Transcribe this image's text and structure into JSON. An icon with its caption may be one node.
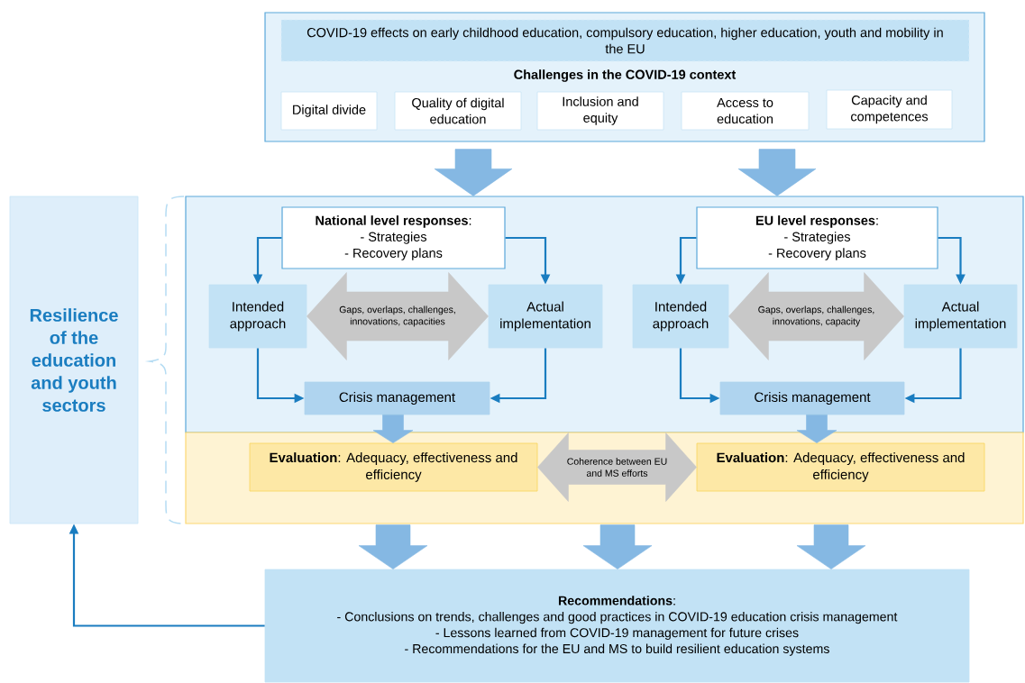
{
  "diagram": {
    "nodes": [
      {
        "text": [
          "Challenges in the COVID-19 context"
        ]
      },
      {
        "text": [
          "COVID-19 effects on early childhood education, compulsory education, higher education, youth and mobility in the EU"
        ],
        "in": 0
      },
      {
        "text": [
          "Digital divide"
        ],
        "in": 0
      },
      {
        "text": [
          "Quality of digital education"
        ],
        "in": 0
      },
      {
        "text": [
          "Inclusion and equity"
        ],
        "in": 0
      },
      {
        "text": [
          "Access to education"
        ],
        "in": 0
      },
      {
        "text": [
          "Capacity and competences"
        ],
        "in": 0
      },
      {
        "text": [
          "Resilience of the education and youth sectors"
        ]
      },
      {
        "text": [],
        "shape": "box"
      },
      {
        "text": [
          "**National level responses**:",
          "- Strategies",
          "- Recovery plans"
        ],
        "in": 8
      },
      {
        "text": [
          "Intended approach"
        ],
        "in": 8
      },
      {
        "text": [
          "Actual implementation"
        ],
        "in": 8
      },
      {
        "text": [
          "Crisis management"
        ],
        "in": 8
      },
      {
        "text": [
          "**EU level responses**:",
          "- Strategies",
          "- Recovery plans"
        ],
        "in": 8
      },
      {
        "text": [
          "Intended approach"
        ],
        "in": 8
      },
      {
        "text": [
          "Actual implementation"
        ],
        "in": 8
      },
      {
        "text": [
          "Crisis management"
        ],
        "in": 8
      },
      {
        "text": [],
        "shape": "box"
      },
      {
        "text": [
          "**Evaluation**: Adequacy, effectiveness and efficiency"
        ],
        "in": 17
      },
      {
        "text": [
          "**Evaluation**: Adequacy, effectiveness and efficiency"
        ],
        "in": 17
      },
      {
        "text": [
          "**Recommendations**:",
          "- Conclusions on trends, challenges and good practices in COVID-19 education crisis management",
          "- Lessons learned from COVID-19 management for future crises",
          "- Recommendations for the EU and MS to build resilient education systems"
        ]
      }
    ],
    "edges": [
      {
        "from": 0,
        "to": 8,
        "arrow": "to",
        "style": "thick",
        "color": "#85b8e3"
      },
      {
        "from": 0,
        "to": 8,
        "arrow": "to",
        "style": "thick",
        "color": "#85b8e3"
      },
      {
        "from": 9,
        "to": 10,
        "arrow": "to"
      },
      {
        "from": 9,
        "to": 11,
        "arrow": "to"
      },
      {
        "from": 10,
        "to": 12,
        "arrow": "to"
      },
      {
        "from": 11,
        "to": 12,
        "arrow": "to"
      },
      {
        "from": 10,
        "to": 11,
        "arrow": "both",
        "style": "thick",
        "color": "#c8c8c8",
        "label": "Gaps, overlaps, challenges, innovations, capacities"
      },
      {
        "from": 13,
        "to": 14,
        "arrow": "to"
      },
      {
        "from": 13,
        "to": 15,
        "arrow": "to"
      },
      {
        "from": 14,
        "to": 16,
        "arrow": "to"
      },
      {
        "from": 15,
        "to": 16,
        "arrow": "to"
      },
      {
        "from": 14,
        "to": 15,
        "arrow": "both",
        "style": "thick",
        "color": "#c8c8c8",
        "label": "Gaps, overlaps, challenges, innovations, capacity"
      },
      {
        "from": 12,
        "to": 18,
        "arrow": "to",
        "style": "thick",
        "color": "#85b8e3"
      },
      {
        "from": 16,
        "to": 19,
        "arrow": "to",
        "style": "thick",
        "color": "#85b8e3"
      },
      {
        "from": 18,
        "to": 19,
        "arrow": "both",
        "style": "thick",
        "color": "#c8c8c8",
        "label": "Coherence between EU and MS efforts"
      },
      {
        "from": 17,
        "to": 20,
        "arrow": "to",
        "style": "thick",
        "color": "#85b8e3"
      },
      {
        "from": 17,
        "to": 20,
        "arrow": "to",
        "style": "thick",
        "color": "#85b8e3"
      },
      {
        "from": 17,
        "to": 20,
        "arrow": "to",
        "style": "thick",
        "color": "#85b8e3"
      },
      {
        "from": 20,
        "to": 7,
        "arrow": "to"
      }
    ]
  }
}
